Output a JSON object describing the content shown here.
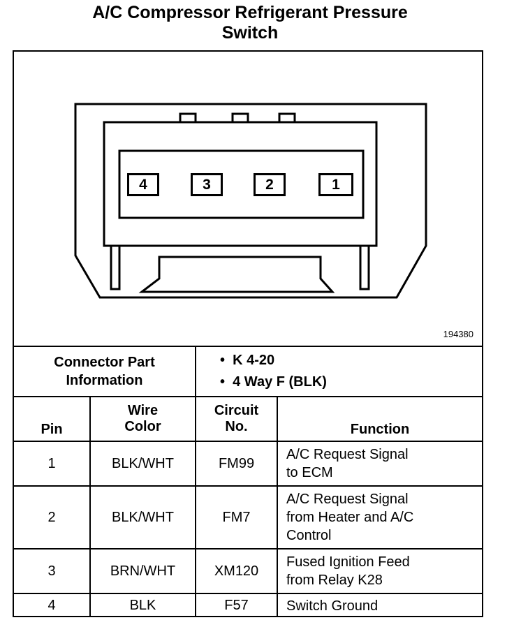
{
  "title_line1": "A/C Compressor Refrigerant Pressure",
  "title_line2": "Switch",
  "figure_number": "194380",
  "connector": {
    "pins_displayed": [
      "4",
      "3",
      "2",
      "1"
    ]
  },
  "connector_part_info": {
    "label_line1": "Connector Part",
    "label_line2": "Information",
    "items": [
      "K 4-20",
      "4 Way F (BLK)"
    ]
  },
  "table": {
    "headers": {
      "pin": "Pin",
      "wire_color_line1": "Wire",
      "wire_color_line2": "Color",
      "circuit_line1": "Circuit",
      "circuit_line2": "No.",
      "function": "Function"
    },
    "rows": [
      {
        "pin": "1",
        "wire": "BLK/WHT",
        "circuit": "FM99",
        "function": [
          "A/C Request Signal",
          "to ECM"
        ]
      },
      {
        "pin": "2",
        "wire": "BLK/WHT",
        "circuit": "FM7",
        "function": [
          "A/C Request Signal",
          "from Heater and A/C",
          "Control"
        ]
      },
      {
        "pin": "3",
        "wire": "BRN/WHT",
        "circuit": "XM120",
        "function": [
          "Fused Ignition Feed",
          "from Relay K28"
        ]
      },
      {
        "pin": "4",
        "wire": "BLK",
        "circuit": "F57",
        "function": [
          "Switch Ground"
        ]
      }
    ]
  }
}
